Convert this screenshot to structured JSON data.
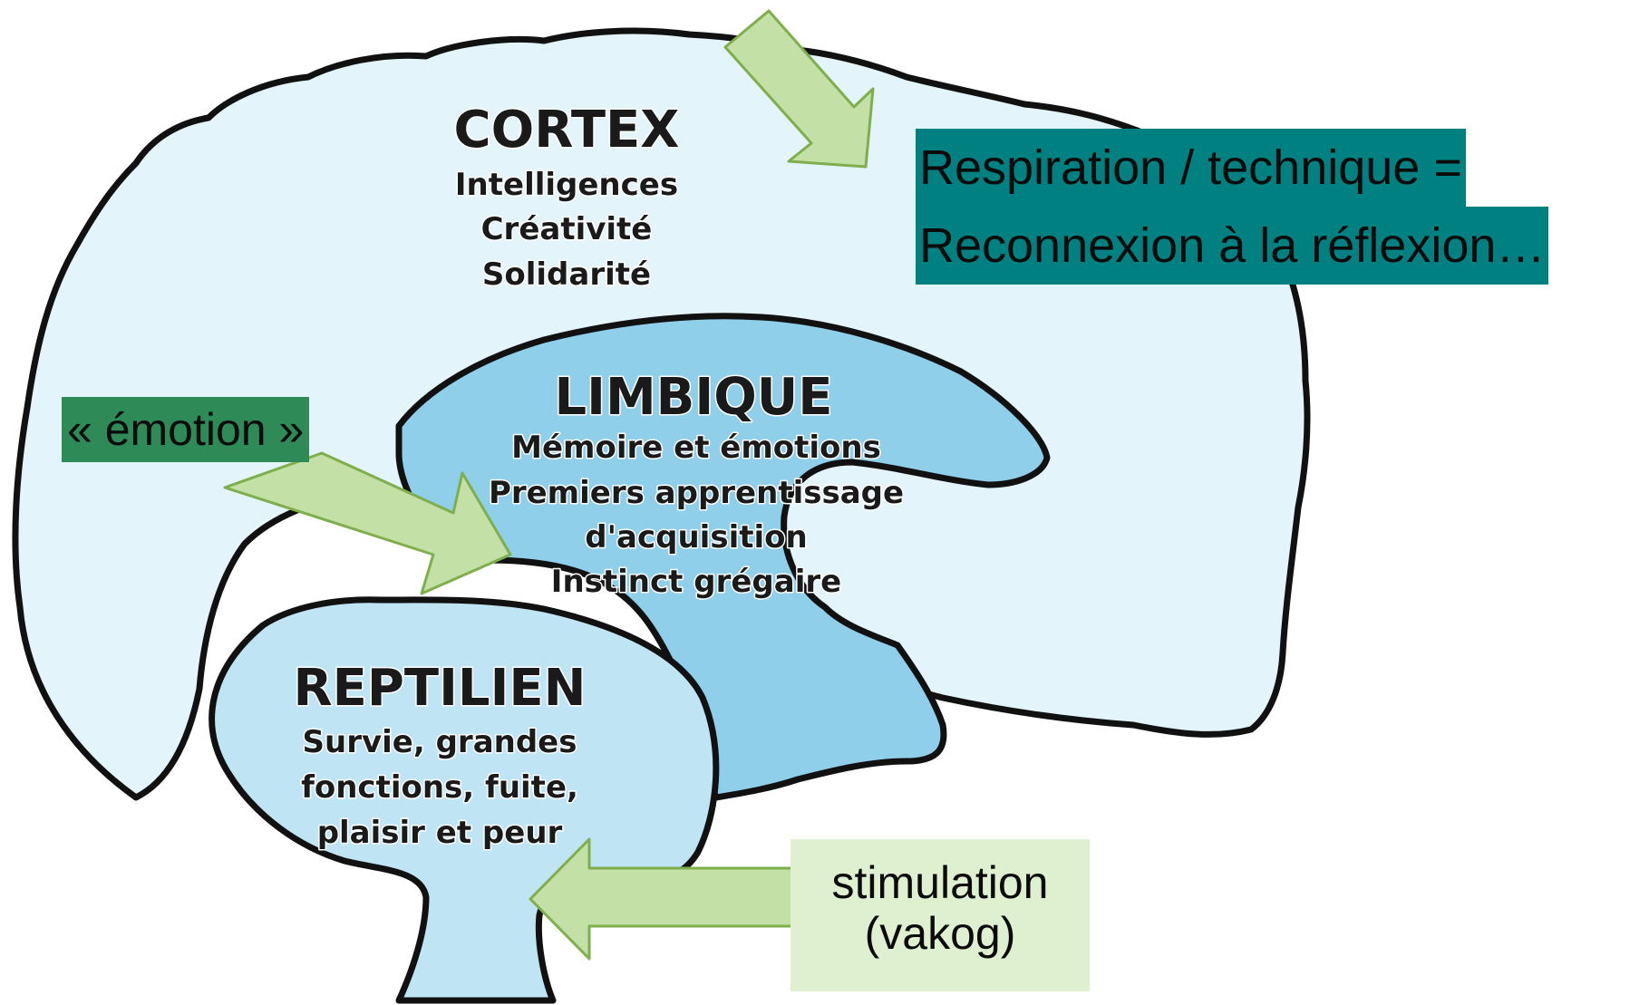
{
  "regions": {
    "cortex": {
      "title": "CORTEX",
      "lines": [
        "Intelligences",
        "Créativité",
        "Solidarité"
      ]
    },
    "limbique": {
      "title": "LIMBIQUE",
      "lines": [
        "Mémoire et émotions",
        "Premiers apprentissage",
        "d'acquisition",
        "Instinct grégaire"
      ]
    },
    "reptilien": {
      "title": "REPTILIEN",
      "lines": [
        "Survie, grandes",
        "fonctions, fuite,",
        "plaisir et peur"
      ]
    }
  },
  "callouts": {
    "respiration": {
      "line1": "Respiration / technique =",
      "line2": "Reconnexion à la réflexion…"
    },
    "emotion": {
      "label": "« émotion »"
    },
    "stimulation": {
      "line1": "stimulation",
      "line2": "(vakog)"
    }
  },
  "colors": {
    "cortex_fill": "#e3f4fb",
    "limbique_fill": "#8fcfea",
    "reptilien_fill": "#bfe5f5",
    "outline": "#111111",
    "arrow_fill": "#c3e1a6",
    "arrow_stroke": "#7fae4c",
    "teal_box": "#008080",
    "emotion_box": "#2e8b57",
    "stimulation_box": "#dff0d0"
  }
}
